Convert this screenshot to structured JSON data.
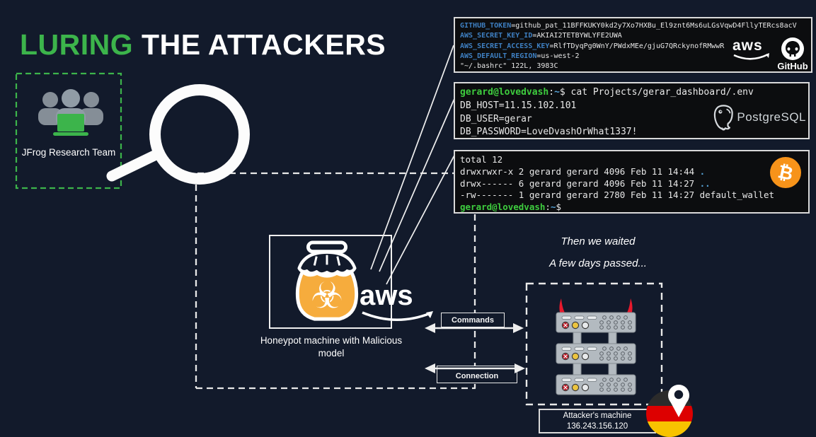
{
  "title": {
    "part1": "LURING",
    "part2": " THE ATTACKERS"
  },
  "jfrog": {
    "label": "JFrog Research Team"
  },
  "terminal_bashrc": {
    "lines": [
      {
        "key": "GITHUB_TOKEN",
        "value": "=github_pat_11BFFKUKY0kd2y7Xo7HXBu_El9znt6Ms6uLGsVqwD4FllyTERcs8acV"
      },
      {
        "key": "AWS_SECRET_KEY_ID",
        "value": "=AKIAI2TETBYWLYFE2UWA"
      },
      {
        "key": "AWS_SECRET_ACCESS_KEY",
        "value": "=RlfTDyqPg0WnY/PWdxMEe/gjuG7QRckynofRMwwR"
      },
      {
        "key": "AWS_DEFAULT_REGION",
        "value": "=us-west-2"
      },
      {
        "plain": "\"~/.bashrc\" 122L, 3983C"
      }
    ],
    "aws_logo": "aws",
    "github_logo": "GitHub"
  },
  "terminal_env": {
    "prompt_user": "gerard@lovedvash",
    "prompt_sep": ":",
    "prompt_path": "~",
    "command": "$ cat Projects/gerar_dashboard/.env",
    "lines": [
      "DB_HOST=11.15.102.101",
      "DB_USER=gerar",
      "DB_PASSWORD=LoveDvashOrWhat1337!"
    ],
    "postgres_logo": "PostgreSQL"
  },
  "terminal_ls": {
    "line_total": "total 12",
    "rows": [
      {
        "text": "drwxrwxr-x 2 gerard gerard 4096 Feb 11 14:44 ",
        "dir": "."
      },
      {
        "text": "drwx------ 6 gerard gerard 4096 Feb 11 14:27 ",
        "dir": ".."
      },
      {
        "text": "-rw------- 1 gerard gerard 2780 Feb 11 14:27 default_wallet",
        "dir": ""
      }
    ],
    "prompt_user": "gerard@lovedvash",
    "prompt_sep": ":",
    "prompt_path": "~",
    "prompt_dollar": "$",
    "bitcoin_symbol": "₿"
  },
  "honeypot": {
    "label": "Honeypot machine with Malicious model",
    "aws_label": "aws"
  },
  "waiting": {
    "line1": "Then we waited",
    "line2": "A few days passed..."
  },
  "flow": {
    "commands": "Commands",
    "connection": "Connection"
  },
  "attacker": {
    "name": "Attacker's machine",
    "ip": "136.243.156.120"
  },
  "colors": {
    "background": "#121a2b",
    "accent_green": "#3cb44b",
    "terminal_key_blue": "#3e7fc1",
    "terminal_green": "#3ecc3e",
    "terminal_path_blue": "#56a2d6",
    "bitcoin_orange": "#f7931a",
    "jar_orange": "#f6ac3d",
    "horn_red": "#e8192c",
    "flag_black": "#2b2b2b",
    "flag_red": "#dd0000",
    "flag_gold": "#f8c300"
  }
}
